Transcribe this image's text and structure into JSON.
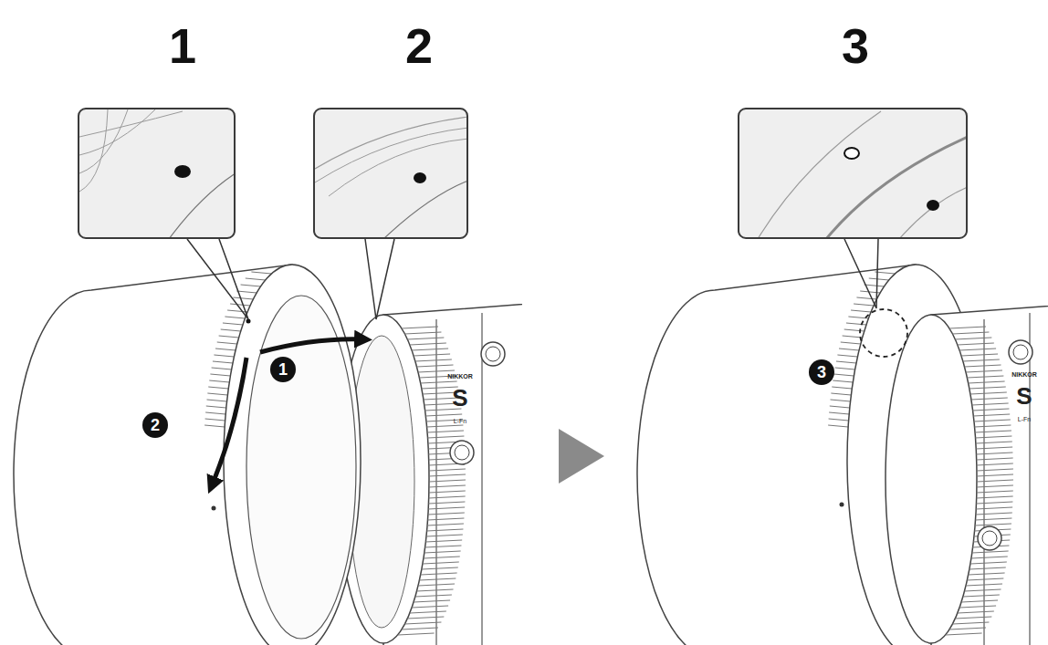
{
  "diagram": {
    "nodes": [
      {
        "text": [
          "1"
        ]
      },
      {
        "text": [
          "2"
        ]
      },
      {
        "text": [
          "3"
        ]
      }
    ],
    "labels": [
      "1",
      "2",
      "NIKKOR",
      "S",
      "L-Fn",
      "3",
      "NIKKOR",
      "S",
      "L-Fn"
    ]
  }
}
